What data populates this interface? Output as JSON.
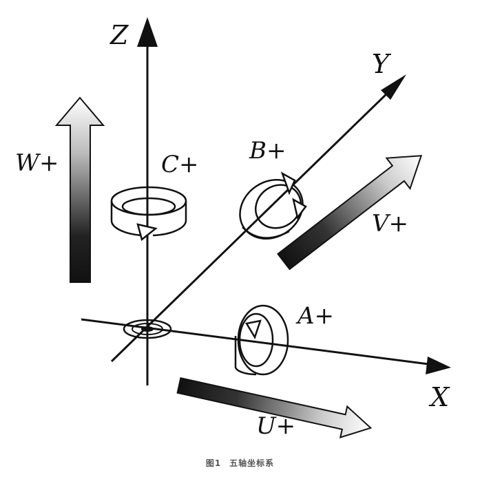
{
  "axes": {
    "x": "X",
    "y": "Y",
    "z": "Z"
  },
  "translations": {
    "u": "U+",
    "v": "V+",
    "w": "W+"
  },
  "rotations": {
    "a": "A+",
    "b": "B+",
    "c": "C+"
  },
  "caption": {
    "number": "图1",
    "title": "五轴坐标系"
  },
  "colors": {
    "ink": "#111111",
    "arrow_fill_dark": "#111111",
    "arrow_fill_light": "#ffffff",
    "caption": "#555555"
  }
}
